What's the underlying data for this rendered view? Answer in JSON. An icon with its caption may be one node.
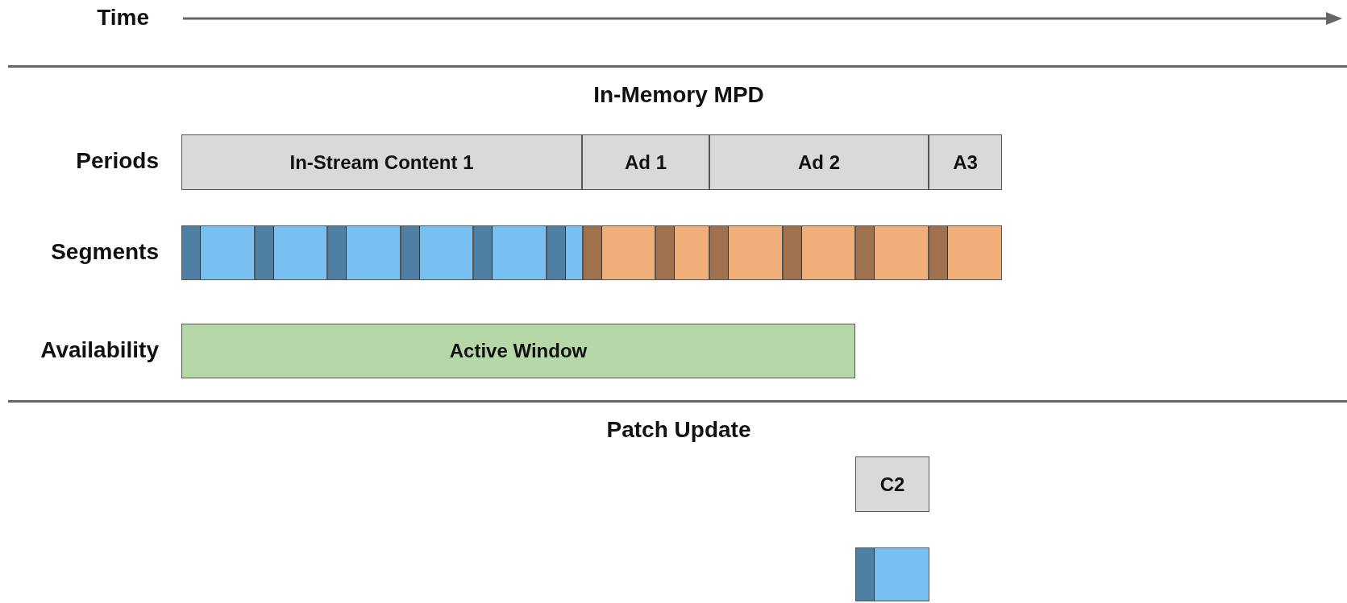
{
  "diagram": {
    "nodes": [
      {
        "text": [
          "In-Stream Content 1"
        ]
      },
      {
        "text": [
          "Ad 1"
        ]
      },
      {
        "text": [
          "Ad 2"
        ]
      },
      {
        "text": [
          "A3"
        ]
      },
      {
        "text": [],
        "shape": "bar"
      },
      {
        "text": [],
        "shape": "bar"
      },
      {
        "text": [],
        "shape": "bar"
      },
      {
        "text": [],
        "shape": "bar"
      },
      {
        "text": [],
        "shape": "bar"
      },
      {
        "text": [],
        "shape": "bar"
      },
      {
        "text": [],
        "shape": "bar"
      },
      {
        "text": [],
        "shape": "bar"
      },
      {
        "text": [],
        "shape": "bar"
      },
      {
        "text": [],
        "shape": "bar"
      },
      {
        "text": [],
        "shape": "bar"
      },
      {
        "text": [],
        "shape": "bar"
      },
      {
        "text": [
          "Active Window"
        ]
      },
      {
        "text": [
          "C2"
        ]
      },
      {
        "text": [],
        "shape": "bar"
      }
    ],
    "labels": [
      "Time",
      "In-Memory MPD",
      "Periods",
      "Segments",
      "Availability",
      "Patch Update"
    ]
  }
}
